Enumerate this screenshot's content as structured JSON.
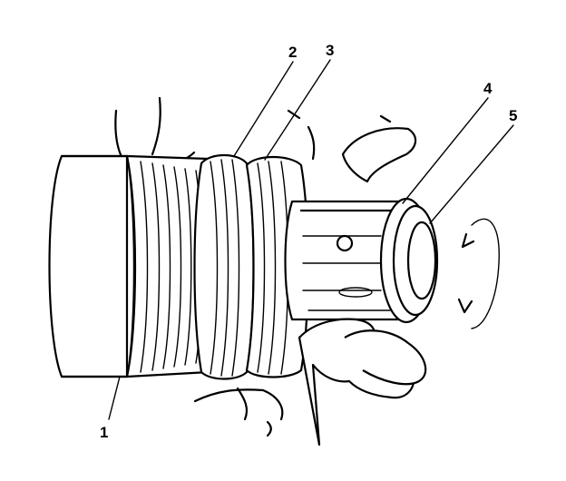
{
  "callouts": [
    {
      "id": "1",
      "text": "1"
    },
    {
      "id": "2",
      "text": "2"
    },
    {
      "id": "3",
      "text": "3"
    },
    {
      "id": "4",
      "text": "4"
    },
    {
      "id": "5",
      "text": "5"
    }
  ],
  "colors": {
    "ink": "#000000",
    "background": "#ffffff"
  },
  "rotation_direction": "counterclockwise-arrows"
}
